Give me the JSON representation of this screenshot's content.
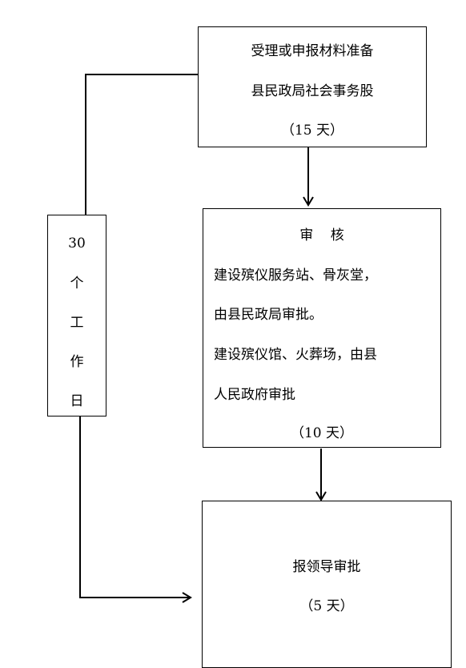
{
  "step1": {
    "line1": "受理或申报材料准备",
    "line2": "县民政局社会事务股",
    "duration": "（15 天）"
  },
  "step2": {
    "heading": "审    核",
    "line1": "建设殡仪服务站、骨灰堂，",
    "line2": "由县民政局审批。",
    "line3": "建设殡仪馆、火葬场，由县",
    "line4": "人民政府审批",
    "duration": "（10 天）"
  },
  "step3": {
    "line1": "报领导审批",
    "duration": "（5 天）"
  },
  "side": {
    "num": "30",
    "c1": "个",
    "c2": "工",
    "c3": "作",
    "c4": "日"
  }
}
